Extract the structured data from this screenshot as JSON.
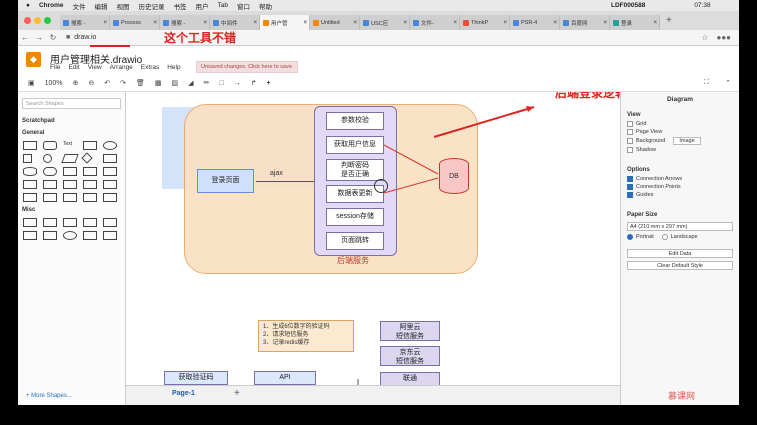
{
  "mac_menu": [
    "Chrome",
    "文件",
    "编辑",
    "视图",
    "历史记录",
    "书签",
    "用户",
    "Tab",
    "窗口",
    "帮助"
  ],
  "mac_status": {
    "user": "LDF000588",
    "time": "07:38"
  },
  "tabs": [
    {
      "label": "搜索 -"
    },
    {
      "label": "Process"
    },
    {
      "label": "搜索 -"
    },
    {
      "label": "中间件"
    },
    {
      "label": "用户管"
    },
    {
      "label": "Untitled"
    },
    {
      "label": "USC应"
    },
    {
      "label": "文件-"
    },
    {
      "label": "ThinkP"
    },
    {
      "label": "PSR-4"
    },
    {
      "label": "百度网"
    },
    {
      "label": "登录"
    }
  ],
  "address": {
    "url": "draw.io"
  },
  "annotations": {
    "tool_note": "这个工具不错",
    "backend_note": "后端登录逻辑图"
  },
  "app": {
    "title": "用户管理相关.drawio",
    "menus": [
      "File",
      "Edit",
      "View",
      "Arrange",
      "Extras",
      "Help"
    ],
    "unsaved": "Unsaved changes. Click here to save.",
    "zoom": "100%"
  },
  "left_panel": {
    "search_placeholder": "Search Shapes",
    "sections": [
      "Scratchpad",
      "General",
      "Misc"
    ],
    "more_shapes": "+ More Shapes..."
  },
  "diagram": {
    "backend_label": "后端服务",
    "steps": [
      "参数校验",
      "获取用户信息",
      "判断密码\n是否正确",
      "数据表更新",
      "session存储",
      "页面跳转"
    ],
    "login_page": "登录页面",
    "ajax": "ajax",
    "db": "DB",
    "note": "1、生成6位数字的验证码\n2、请求短信服务\n3、记录redis缓存",
    "sms": [
      "阿里云\n短信服务",
      "京东云\n短信服务",
      "联通"
    ],
    "get_code": "获取验证码",
    "api": "API"
  },
  "page_bar": {
    "page": "Page-1",
    "add": "+"
  },
  "right_panel": {
    "title": "Diagram",
    "view_label": "View",
    "view_opts": [
      {
        "label": "Grid",
        "on": false
      },
      {
        "label": "Page View",
        "on": false
      },
      {
        "label": "Background",
        "on": false
      },
      {
        "label": "Shadow",
        "on": false
      }
    ],
    "image_btn": "Image",
    "options_label": "Options",
    "options": [
      {
        "label": "Connection Arrows",
        "on": true
      },
      {
        "label": "Connection Points",
        "on": true
      },
      {
        "label": "Guides",
        "on": true
      }
    ],
    "paper_label": "Paper Size",
    "paper": "A4 (210 mm x 297 mm)",
    "orientation": [
      "Portrait",
      "Landscape"
    ],
    "edit_data": "Edit Data",
    "clear_style": "Clear Default Style"
  },
  "watermark": "慕课网",
  "colors": {
    "backend_fill": "#fae0c3",
    "backend_border": "#e8a86a",
    "purple_border": "#7b6fa9",
    "purple_fill": "#e1d9f5",
    "blue_fill": "#cfe0fa",
    "annotation": "#e0201e",
    "db_fill": "#f9c6c6"
  }
}
